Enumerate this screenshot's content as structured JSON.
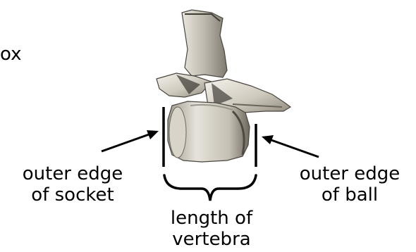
{
  "labels": {
    "fragment": "ox",
    "socket_line1": "outer edge",
    "socket_line2": "of socket",
    "ball_line1": "outer edge",
    "ball_line2": "of ball",
    "length_line1": "length of",
    "length_line2": "vertebra"
  },
  "colors": {
    "ink": "#000000",
    "bone_light": "#f2f0ea",
    "bone_mid": "#c9c4b8",
    "bone_dark": "#5a564f"
  }
}
